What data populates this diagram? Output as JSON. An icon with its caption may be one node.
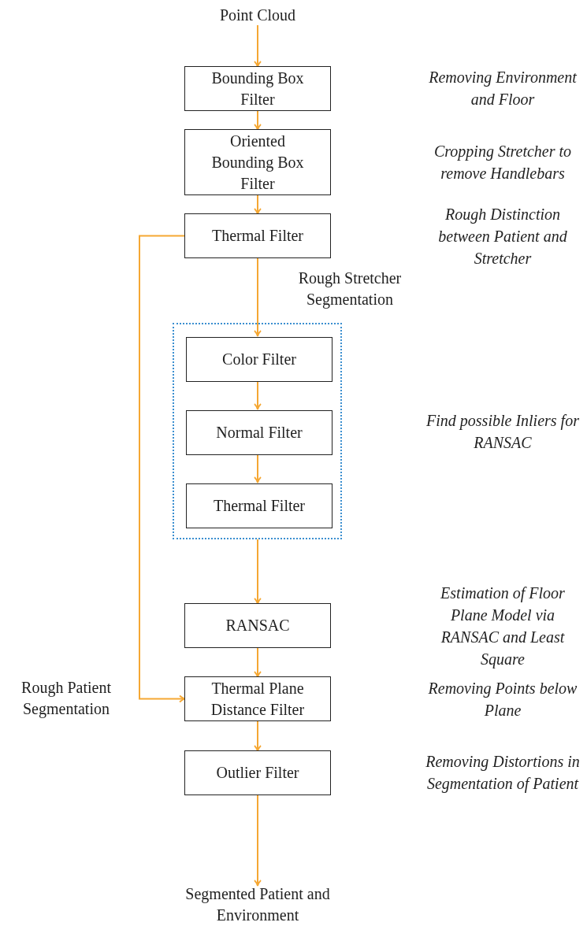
{
  "diagram": {
    "nodes": [
      {
        "text": [
          "Point Cloud"
        ]
      },
      {
        "text": [
          "Bounding Box Filter"
        ]
      },
      {
        "text": [
          "Oriented Bounding Box Filter"
        ]
      },
      {
        "text": [
          "Thermal Filter"
        ]
      },
      {
        "text": [],
        "shape": "box"
      },
      {
        "text": [
          "Color Filter"
        ],
        "in": 4
      },
      {
        "text": [
          "Normal Filter"
        ],
        "in": 4
      },
      {
        "text": [
          "Thermal Filter"
        ],
        "in": 4
      },
      {
        "text": [
          "RANSAC"
        ]
      },
      {
        "text": [
          "Thermal Plane Distance Filter"
        ]
      },
      {
        "text": [
          "Outlier Filter"
        ]
      },
      {
        "text": [
          "Segmented Patient and Environment"
        ]
      }
    ],
    "edges": [
      {
        "from": 0,
        "to": 1,
        "arrow": "to"
      },
      {
        "from": 1,
        "to": 2,
        "arrow": "to"
      },
      {
        "from": 2,
        "to": 3,
        "arrow": "to"
      },
      {
        "from": 3,
        "to": 5,
        "arrow": "to",
        "label": "Rough Stretcher Segmentation"
      },
      {
        "from": 5,
        "to": 6,
        "arrow": "to"
      },
      {
        "from": 6,
        "to": 7,
        "arrow": "to"
      },
      {
        "from": 4,
        "to": 8,
        "arrow": "to"
      },
      {
        "from": 8,
        "to": 9,
        "arrow": "to"
      },
      {
        "from": 9,
        "to": 10,
        "arrow": "to"
      },
      {
        "from": 10,
        "to": 11,
        "arrow": "to"
      },
      {
        "from": 3,
        "to": 9,
        "arrow": "to",
        "label": "Rough Patient Segmentation"
      }
    ],
    "labels": [
      "Removing Environment and Floor",
      "Cropping Stretcher to remove Handlebars",
      "Rough Distinction between Patient and Stretcher",
      "Find possible Inliers for RANSAC",
      "Estimation of Floor Plane Model via RANSAC and Least Square",
      "Removing Points below Plane",
      "Removing Distortions in Segmentation of Patient"
    ]
  }
}
